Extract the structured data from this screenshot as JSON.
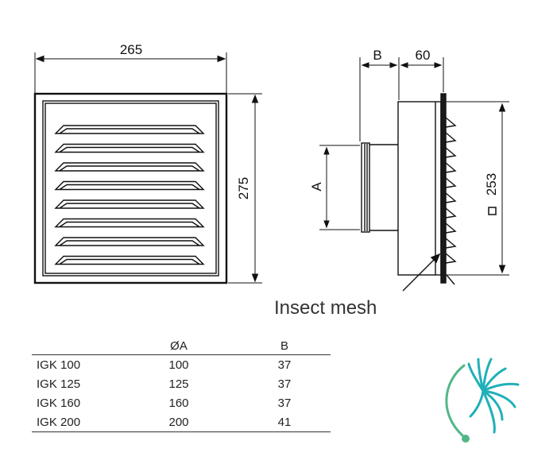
{
  "front_view": {
    "width_label": "265",
    "height_label": "275",
    "louver_count": 8
  },
  "side_view": {
    "depth_b_label": "B",
    "depth_60_label": "60",
    "spigot_label": "A",
    "square_label": "253"
  },
  "callout": "Insect mesh",
  "table": {
    "headers": [
      "",
      "ØA",
      "B"
    ],
    "rows": [
      [
        "IGK 100",
        "100",
        "37"
      ],
      [
        "IGK 125",
        "125",
        "37"
      ],
      [
        "IGK 160",
        "160",
        "37"
      ],
      [
        "IGK 200",
        "200",
        "41"
      ]
    ]
  },
  "logo": {
    "colors": {
      "teal": "#1fb0b8",
      "green": "#52b788"
    }
  }
}
